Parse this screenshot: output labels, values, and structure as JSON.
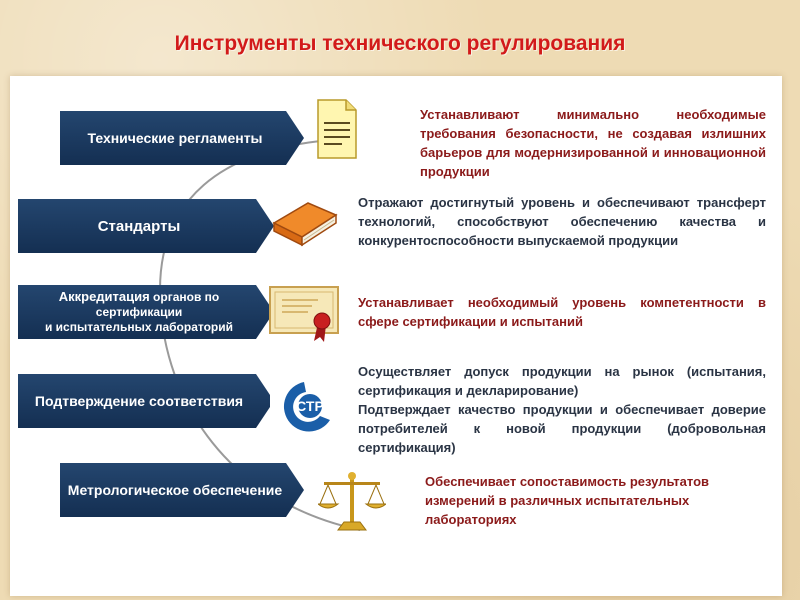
{
  "title": "Инструменты технического регулирования",
  "items": [
    {
      "label": "Технические регламенты",
      "description": "Устанавливают минимально необходимые требования безопасности, не создавая излишних барьеров для модернизированной и инновационной продукции"
    },
    {
      "label": "Стандарты",
      "description": "Отражают достигнутый уровень и обеспечивают трансферт технологий, способствуют обеспечению качества и конкурентоспособности выпускаемой продукции"
    },
    {
      "label_line1": "Аккредитация",
      "label_line1_rest": " органов по",
      "label_line2": "сертификации",
      "label_line3": "и испытательных лабораторий",
      "description": "Устанавливает необходимый уровень компетентности в сфере сертификации и испытаний"
    },
    {
      "label": "Подтверждение соответствия",
      "description_line1": "Осуществляет допуск продукции на рынок (испытания, сертификация и декларирование)",
      "description_line2": "Подтверждает качество продукции и обеспечивает доверие потребителей к новой продукции (добровольная сертификация)"
    },
    {
      "label": "Метрологическое обеспечение",
      "description": "Обеспечивает сопоставимость результатов измерений в различных испытательных лабораториях"
    }
  ],
  "colors": {
    "title": "#d21a1a",
    "arrow": "#1c3a60",
    "desc_red": "#8b1a1a",
    "desc_dark": "#2a3444"
  },
  "icons": [
    "document-icon",
    "book-icon",
    "certificate-icon",
    "ctr-logo-icon",
    "scales-icon"
  ],
  "logo_text": "СТР"
}
